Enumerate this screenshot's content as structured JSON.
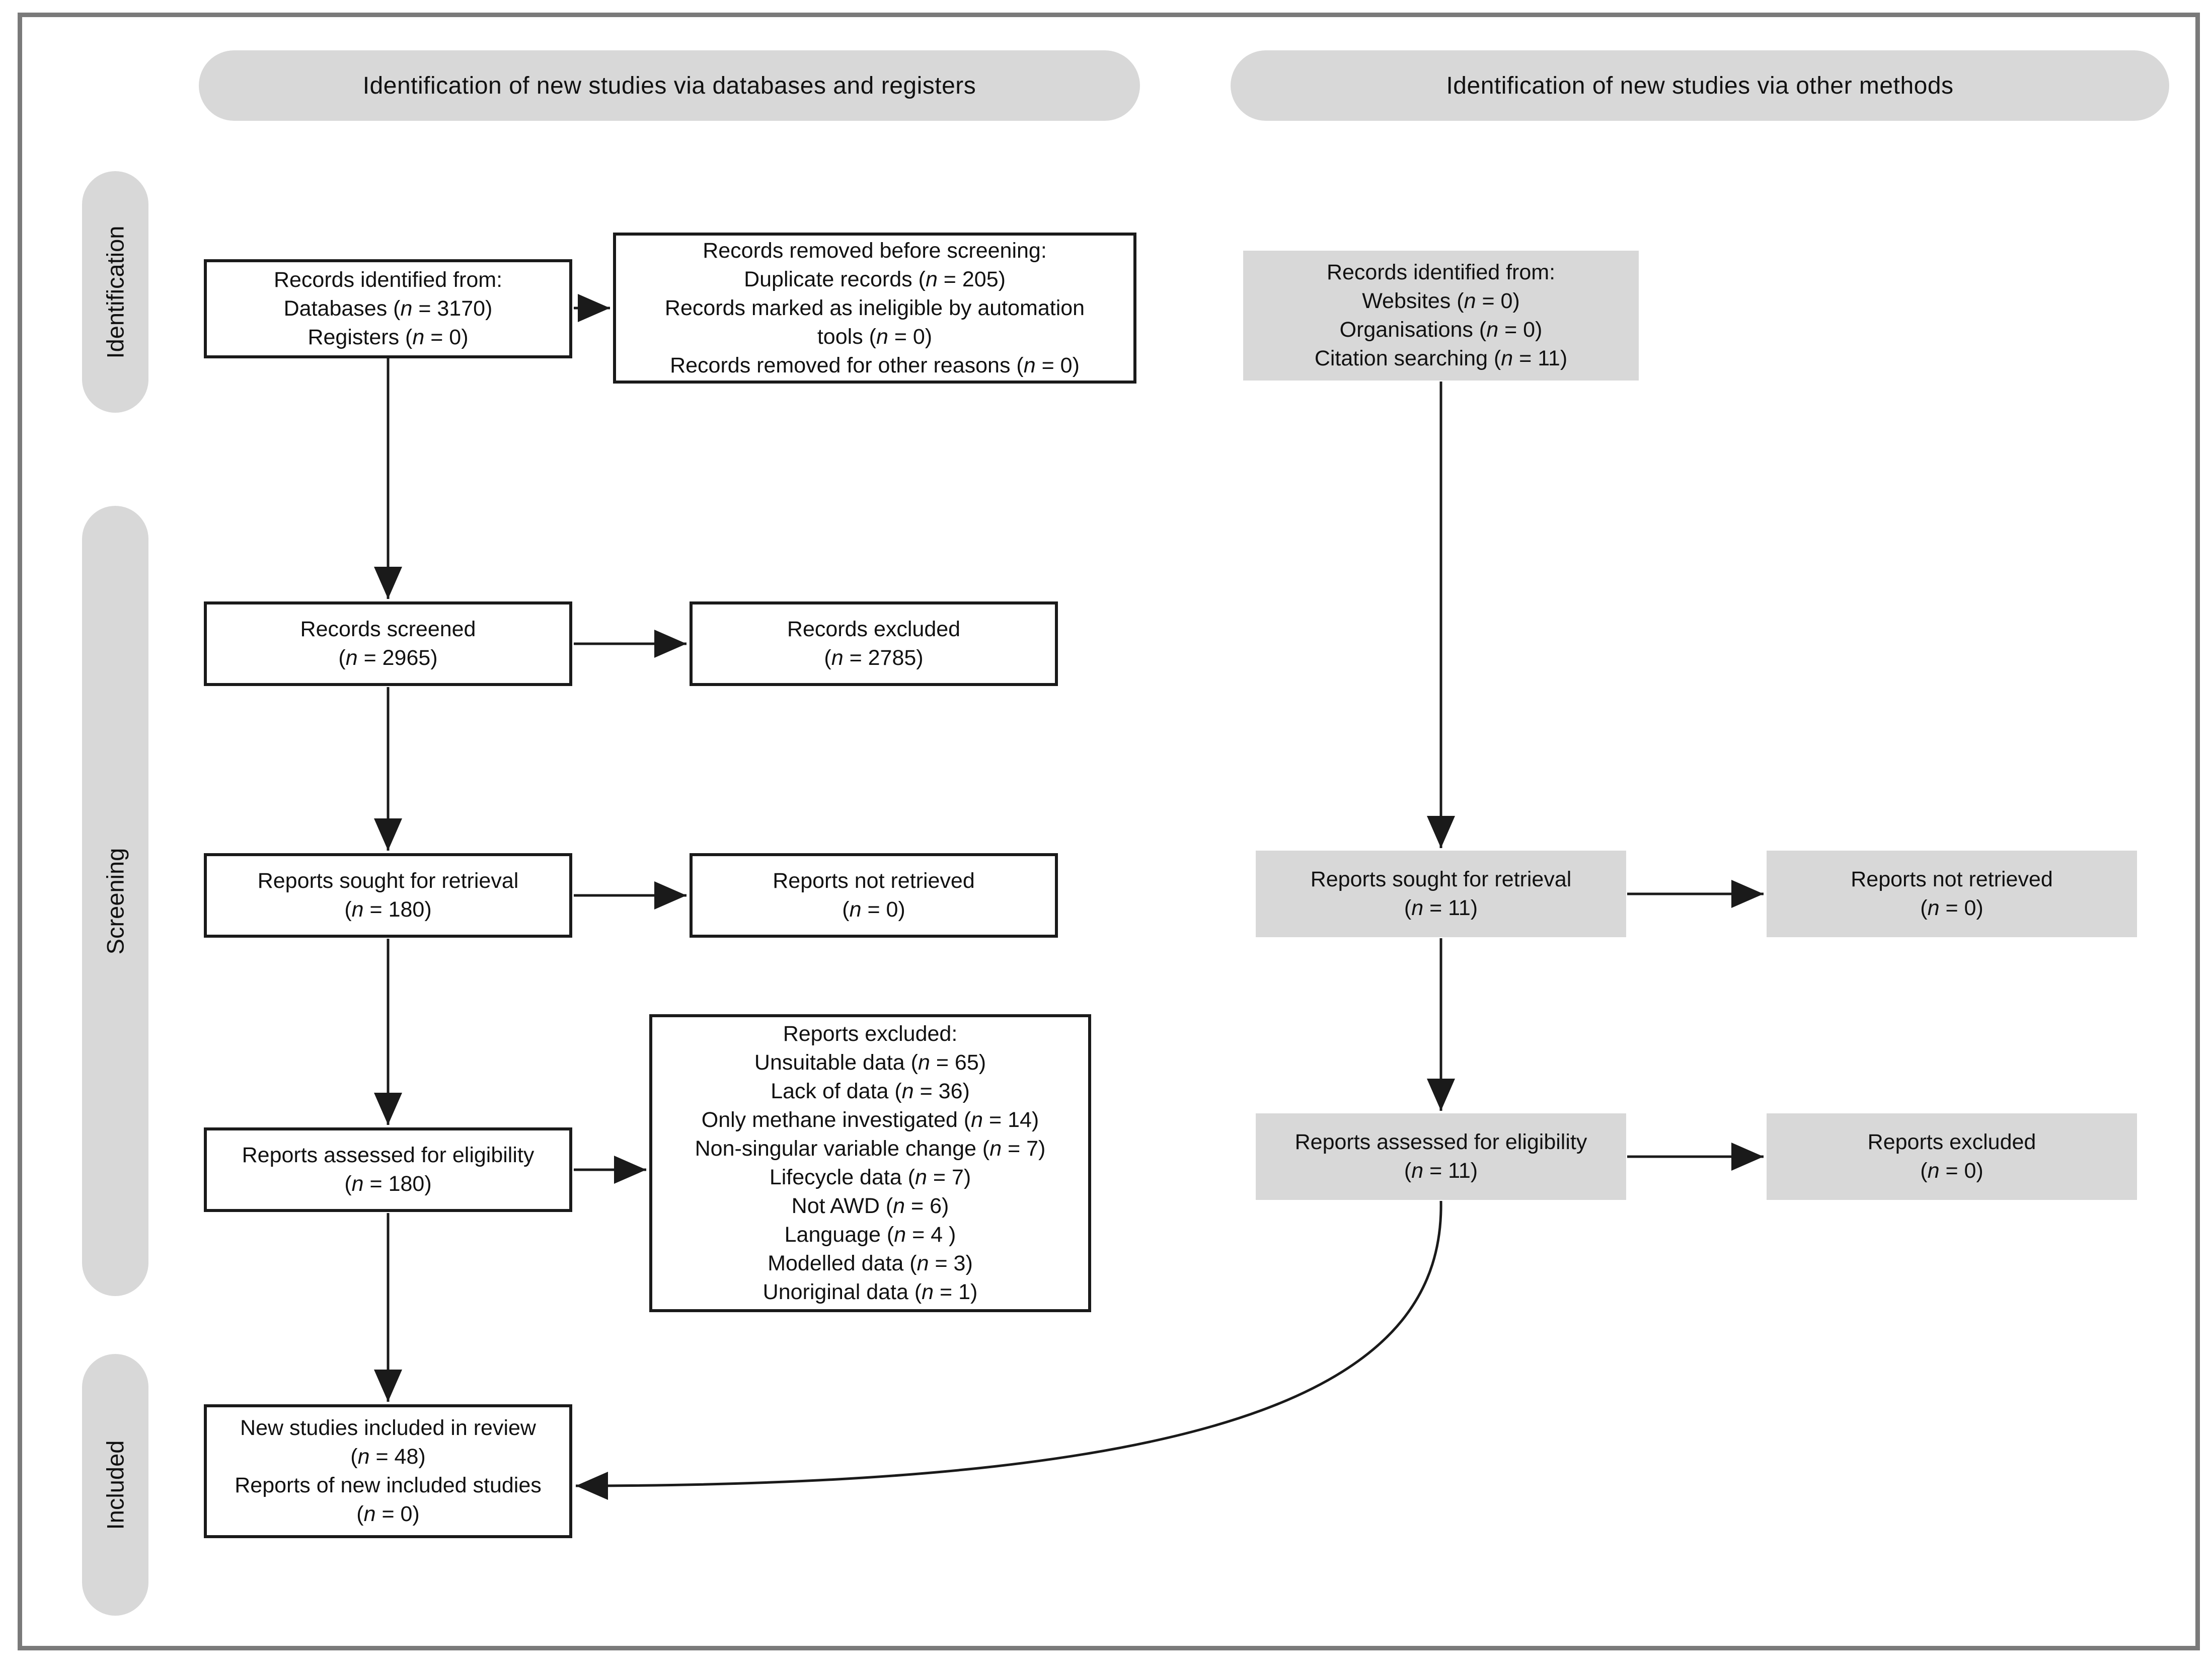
{
  "colors": {
    "pill_bg": "#d8d8d8",
    "gray_box_bg": "#d8d8d8",
    "box_border": "#1a1a1a",
    "frame_border": "#7a7a7a",
    "arrow": "#1a1a1a"
  },
  "headers": {
    "left": "Identification of new studies via databases and registers",
    "right": "Identification of new studies via other methods"
  },
  "stages": {
    "identification": "Identification",
    "screening": "Screening",
    "included": "Included"
  },
  "boxes": {
    "records_identified_databases": {
      "lines": [
        "Records identified from:",
        "Databases (n = 3170)",
        "Registers (n = 0)"
      ]
    },
    "records_removed_before_screening": {
      "lines": [
        "Records removed before screening:",
        "Duplicate records (n = 205)",
        "Records marked as ineligible by automation",
        "tools (n = 0)",
        "Records removed for other reasons (n = 0)"
      ]
    },
    "records_screened": {
      "lines": [
        "Records screened",
        "(n = 2965)"
      ]
    },
    "records_excluded": {
      "lines": [
        "Records excluded",
        "(n = 2785)"
      ]
    },
    "reports_sought_databases": {
      "lines": [
        "Reports sought for retrieval",
        "(n = 180)"
      ]
    },
    "reports_not_retrieved_databases": {
      "lines": [
        "Reports not retrieved",
        "(n = 0)"
      ]
    },
    "reports_excluded_reasons": {
      "lines": [
        "Reports excluded:",
        "Unsuitable data (n = 65)",
        "Lack of data (n = 36)",
        "Only methane investigated (n = 14)",
        "Non-singular variable change (n = 7)",
        "Lifecycle data (n = 7)",
        "Not AWD (n = 6)",
        "Language (n = 4 )",
        "Modelled data (n = 3)",
        "Unoriginal data (n = 1)"
      ]
    },
    "reports_assessed_databases": {
      "lines": [
        "Reports assessed for eligibility",
        "(n = 180)"
      ]
    },
    "new_studies_included": {
      "lines": [
        "New studies included in review",
        "(n = 48)",
        "Reports of new included studies",
        "(n = 0)"
      ]
    },
    "records_identified_other": {
      "lines": [
        "Records identified from:",
        "Websites (n = 0)",
        "Organisations (n = 0)",
        "Citation searching (n = 11)"
      ]
    },
    "reports_sought_other": {
      "lines": [
        "Reports sought for retrieval",
        "(n = 11)"
      ]
    },
    "reports_not_retrieved_other": {
      "lines": [
        "Reports not retrieved",
        "(n = 0)"
      ]
    },
    "reports_assessed_other": {
      "lines": [
        "Reports assessed for eligibility",
        "(n = 11)"
      ]
    },
    "reports_excluded_other": {
      "lines": [
        "Reports excluded",
        "(n = 0)"
      ]
    }
  }
}
